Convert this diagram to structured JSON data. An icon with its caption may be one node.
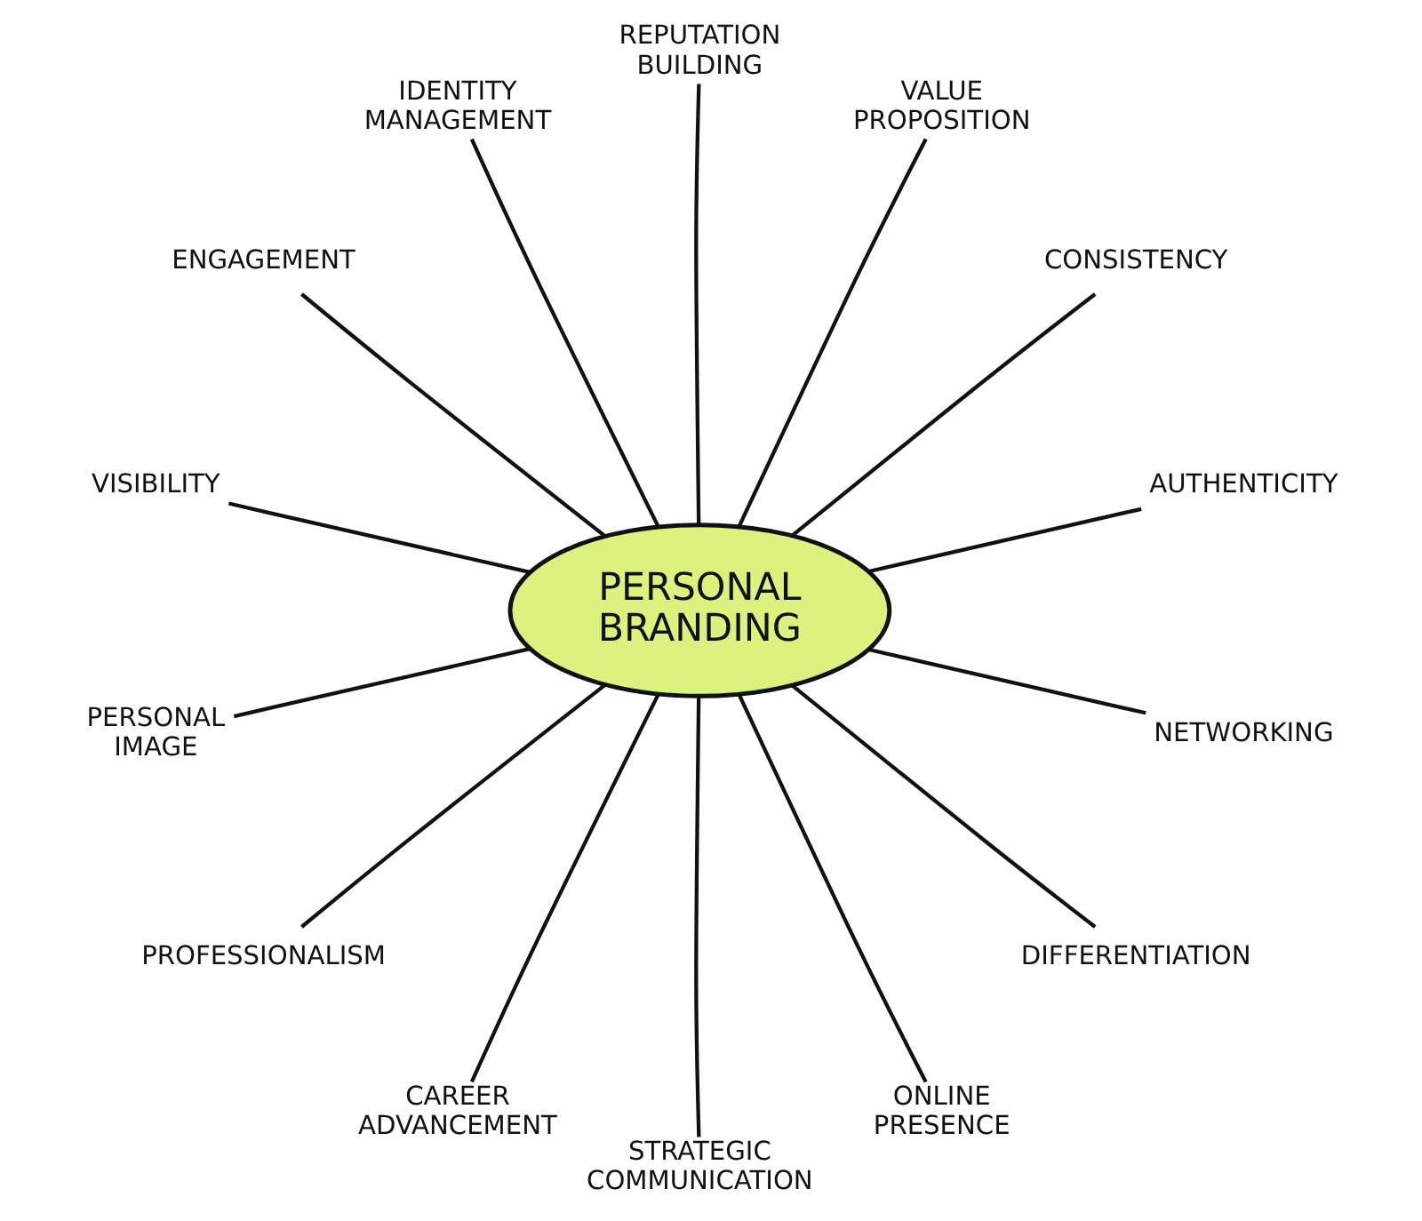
{
  "diagram": {
    "nodes": [
      {
        "text": [
          "PERSONAL BRANDING"
        ]
      },
      {
        "text": [
          "IDENTITY MANAGEMENT"
        ]
      },
      {
        "text": [
          "REPUTATION BUILDING"
        ]
      },
      {
        "text": [
          "VALUE PROPOSITION"
        ]
      },
      {
        "text": [
          "ENGAGEMENT"
        ]
      },
      {
        "text": [
          "CONSISTENCY"
        ]
      },
      {
        "text": [
          "AUTHENTICITY"
        ]
      },
      {
        "text": [
          "VISIBILITY"
        ]
      },
      {
        "text": [
          "NETWORKING"
        ]
      },
      {
        "text": [
          "PERSONAL IMAGE"
        ]
      },
      {
        "text": [
          "PROFESSIONALISM"
        ]
      },
      {
        "text": [
          "DIFFERENTIATION"
        ]
      },
      {
        "text": [
          "CAREER ADVANCEMENT"
        ]
      },
      {
        "text": [
          "STRATEGIC COMMUNICATION"
        ]
      },
      {
        "text": [
          "ONLINE PRESENCE"
        ]
      }
    ],
    "edges": [
      {
        "from": 0,
        "to": 1,
        "arrow": "none"
      },
      {
        "from": 0,
        "to": 2,
        "arrow": "none"
      },
      {
        "from": 0,
        "to": 3,
        "arrow": "none"
      },
      {
        "from": 0,
        "to": 4,
        "arrow": "none"
      },
      {
        "from": 0,
        "to": 5,
        "arrow": "none"
      },
      {
        "from": 0,
        "to": 6,
        "arrow": "none"
      },
      {
        "from": 0,
        "to": 7,
        "arrow": "none"
      },
      {
        "from": 0,
        "to": 8,
        "arrow": "none"
      },
      {
        "from": 0,
        "to": 9,
        "arrow": "none"
      },
      {
        "from": 0,
        "to": 10,
        "arrow": "none"
      },
      {
        "from": 0,
        "to": 11,
        "arrow": "none"
      },
      {
        "from": 0,
        "to": 12,
        "arrow": "none"
      },
      {
        "from": 0,
        "to": 13,
        "arrow": "none"
      },
      {
        "from": 0,
        "to": 14,
        "arrow": "none"
      }
    ]
  }
}
